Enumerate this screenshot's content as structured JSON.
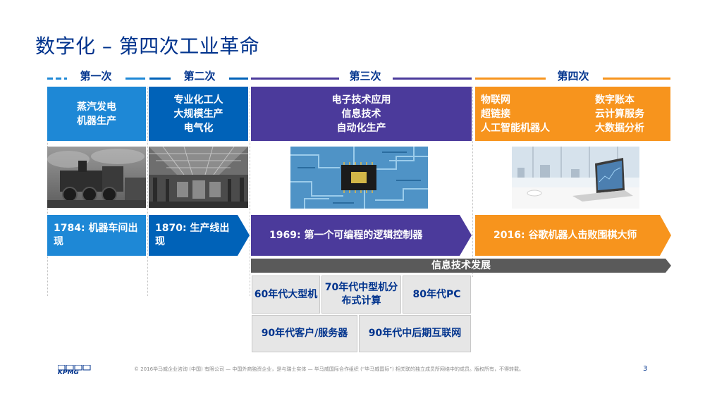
{
  "title": "数字化 – 第四次工业革命",
  "colors": {
    "blue_light": "#1E88D6",
    "blue_dark": "#0062B8",
    "purple": "#4B3A9B",
    "orange": "#F7941D",
    "navy": "#00338D",
    "gray_bar": "#5A5A5A"
  },
  "eras": [
    {
      "label": "第一次",
      "lines": [
        "蒸汽发电",
        "机器生产"
      ],
      "milestone": [
        "1784: 机器车间",
        "出现"
      ],
      "image_icon": "steam-locomotive-photo"
    },
    {
      "label": "第二次",
      "lines": [
        "专业化工人",
        "大规模生产",
        "电气化"
      ],
      "milestone": [
        "1870: 生产线出",
        "现"
      ],
      "image_icon": "factory-line-photo"
    },
    {
      "label": "第三次",
      "lines": [
        "电子技术应用",
        "信息技术",
        "自动化生产"
      ],
      "milestone": [
        "1969: 第一个可编程的逻辑",
        "控制器"
      ],
      "image_icon": "circuit-chip-photo"
    },
    {
      "label": "第四次",
      "left_lines": [
        "物联网",
        "超链接",
        "人工智能机器人"
      ],
      "right_lines": [
        "数字账本",
        "云计算服务",
        "大数据分析"
      ],
      "milestone": [
        "2016: 谷歌机器人击败",
        "围棋大师"
      ],
      "image_icon": "laptop-office-photo"
    }
  ],
  "it_bar": "信息技术发展",
  "it_cells": [
    [
      "60年代",
      "大型机"
    ],
    [
      "70年代中型机分",
      "布式计算"
    ],
    [
      "80年代PC"
    ],
    [
      "90年代客户/",
      "服务器"
    ],
    [
      "90年代中后期",
      "互联网"
    ]
  ],
  "footer": {
    "logo": "KPMG",
    "copyright": "© 2016毕马威企业咨询 (中国) 有限公司 — 中国外商独资企业，是与瑞士实体 — 毕马威国际合作组织 (“毕马威国际”) 相关联的独立成员所网络中的成员。版权所有，不得转载。",
    "page": "3"
  }
}
